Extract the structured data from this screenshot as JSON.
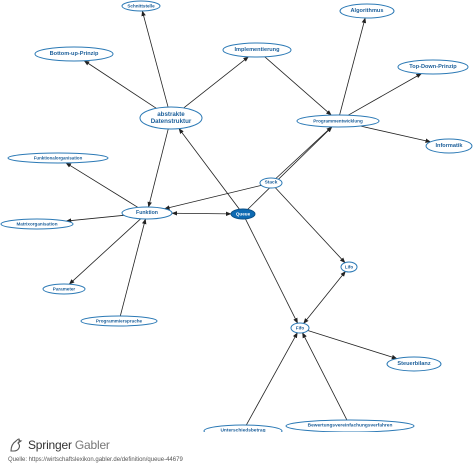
{
  "diagram": {
    "nodes": [
      {
        "id": "queue",
        "label": "Queue",
        "center": true
      },
      {
        "id": "schnittstelle",
        "label": "Schnittstelle"
      },
      {
        "id": "algorithmus",
        "label": "Algorithmus"
      },
      {
        "id": "bottomup",
        "label": "Bottom-up-Prinzip"
      },
      {
        "id": "implementierung",
        "label": "Implementierung"
      },
      {
        "id": "topdown",
        "label": "Top-Down-Prinzip"
      },
      {
        "id": "abstrakte",
        "label": [
          "abstrakte",
          "Datenstruktur"
        ]
      },
      {
        "id": "programmentwicklung",
        "label": "Programmentwicklung"
      },
      {
        "id": "informatik",
        "label": "Informatik"
      },
      {
        "id": "funktionalorganisation",
        "label": "Funktionalorganisation"
      },
      {
        "id": "stack",
        "label": "Stack"
      },
      {
        "id": "funktion",
        "label": "Funktion"
      },
      {
        "id": "matrixorganisation",
        "label": "Matrixorganisation"
      },
      {
        "id": "lifo",
        "label": "Lifo"
      },
      {
        "id": "parameter",
        "label": "Parameter"
      },
      {
        "id": "programmiersprache",
        "label": "Programmiersprache"
      },
      {
        "id": "fifo",
        "label": "Fifo"
      },
      {
        "id": "steuerbilanz",
        "label": "Steuerbilanz"
      },
      {
        "id": "unterschiedsbetrag",
        "label": "Unterschiedsbetrag"
      },
      {
        "id": "bewertung",
        "label": "Bewertungsvereinfachungsverfahren"
      }
    ],
    "edges": [
      {
        "from": "abstrakte",
        "to": "schnittstelle",
        "bi": false
      },
      {
        "from": "abstrakte",
        "to": "bottomup",
        "bi": false
      },
      {
        "from": "abstrakte",
        "to": "implementierung",
        "bi": false
      },
      {
        "from": "abstrakte",
        "to": "funktion",
        "bi": false
      },
      {
        "from": "queue",
        "to": "abstrakte",
        "bi": false
      },
      {
        "from": "implementierung",
        "to": "programmentwicklung",
        "bi": false
      },
      {
        "from": "programmentwicklung",
        "to": "algorithmus",
        "bi": false
      },
      {
        "from": "programmentwicklung",
        "to": "topdown",
        "bi": false
      },
      {
        "from": "programmentwicklung",
        "to": "informatik",
        "bi": false
      },
      {
        "from": "queue",
        "to": "programmentwicklung",
        "bi": false
      },
      {
        "from": "stack",
        "to": "programmentwicklung",
        "bi": false
      },
      {
        "from": "stack",
        "to": "funktion",
        "bi": false
      },
      {
        "from": "stack",
        "to": "lifo",
        "bi": false
      },
      {
        "from": "queue",
        "to": "funktion",
        "bi": true
      },
      {
        "from": "queue",
        "to": "fifo",
        "bi": false
      },
      {
        "from": "funktion",
        "to": "funktionalorganisation",
        "bi": false
      },
      {
        "from": "funktion",
        "to": "matrixorganisation",
        "bi": false
      },
      {
        "from": "funktion",
        "to": "parameter",
        "bi": false
      },
      {
        "from": "programmiersprache",
        "to": "funktion",
        "bi": false
      },
      {
        "from": "lifo",
        "to": "fifo",
        "bi": true
      },
      {
        "from": "fifo",
        "to": "steuerbilanz",
        "bi": false
      },
      {
        "from": "unterschiedsbetrag",
        "to": "fifo",
        "bi": false
      },
      {
        "from": "bewertung",
        "to": "fifo",
        "bi": false
      }
    ]
  },
  "footer": {
    "brand_main": "Springer",
    "brand_sub": "Gabler",
    "source": "Quelle: https://wirtschaftslexikon.gabler.de/definition/queue-44679"
  },
  "colors": {
    "node_stroke": "#2b79b5",
    "node_text": "#1c5f9a",
    "center_fill": "#0d6ab3",
    "edge": "#222222"
  }
}
